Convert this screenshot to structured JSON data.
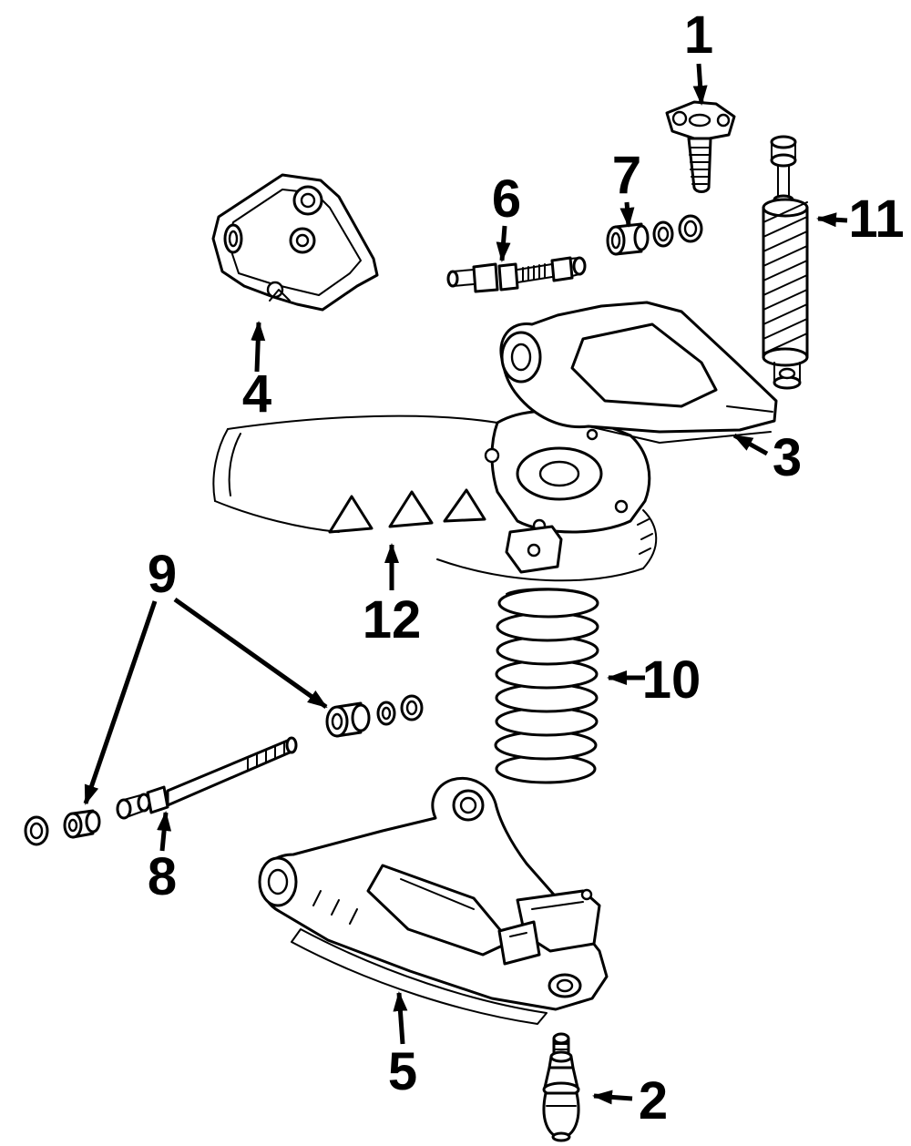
{
  "diagram": {
    "background_color": "#ffffff",
    "line_color": "#000000",
    "callouts": [
      {
        "label": "1",
        "part": "upper-ball-joint"
      },
      {
        "label": "2",
        "part": "lower-ball-joint"
      },
      {
        "label": "3",
        "part": "upper-control-arm"
      },
      {
        "label": "4",
        "part": "mounting-bracket"
      },
      {
        "label": "5",
        "part": "lower-control-arm"
      },
      {
        "label": "6",
        "part": "upper-control-arm-shaft"
      },
      {
        "label": "7",
        "part": "bushing-washer-kit"
      },
      {
        "label": "8",
        "part": "lower-control-arm-shaft"
      },
      {
        "label": "9",
        "part": "control-arm-bushings"
      },
      {
        "label": "10",
        "part": "coil-spring"
      },
      {
        "label": "11",
        "part": "shock-absorber"
      },
      {
        "label": "12",
        "part": "frame-crossmember"
      }
    ]
  }
}
